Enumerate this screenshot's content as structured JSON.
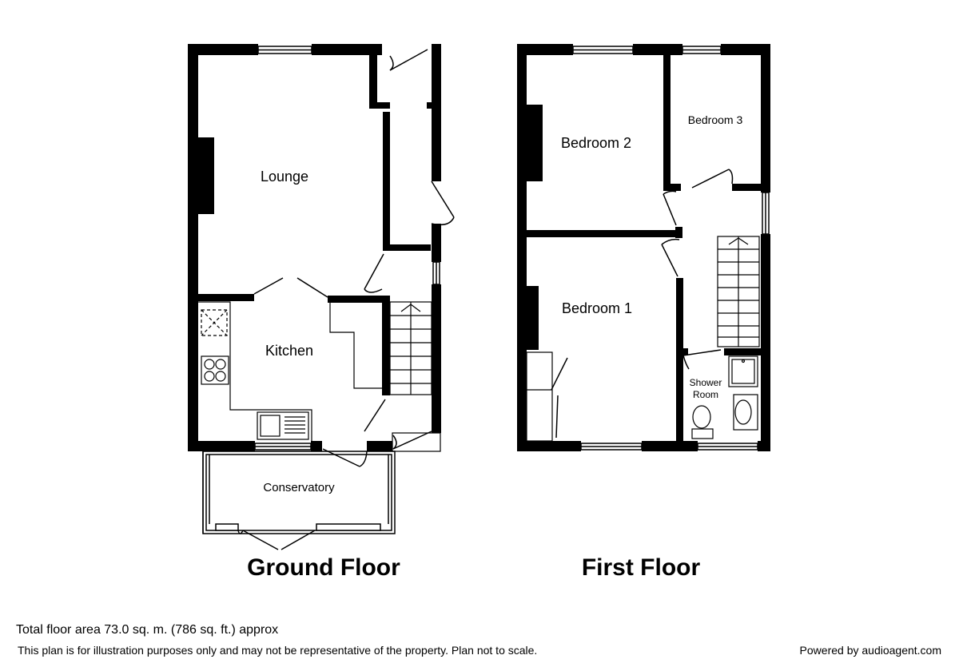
{
  "ground_floor": {
    "title": "Ground Floor",
    "rooms": {
      "lounge": "Lounge",
      "kitchen": "Kitchen",
      "conservatory": "Conservatory"
    }
  },
  "first_floor": {
    "title": "First Floor",
    "rooms": {
      "bedroom_1": "Bedroom 1",
      "bedroom_2": "Bedroom 2",
      "bedroom_3": "Bedroom 3",
      "shower_room_line1": "Shower",
      "shower_room_line2": "Room"
    }
  },
  "footer": {
    "total_area": "Total floor area 73.0 sq. m. (786 sq. ft.) approx",
    "disclaimer": "This plan is for illustration purposes only and may not be representative of the property. Plan not to scale.",
    "powered_by": "Powered by audioagent.com"
  }
}
